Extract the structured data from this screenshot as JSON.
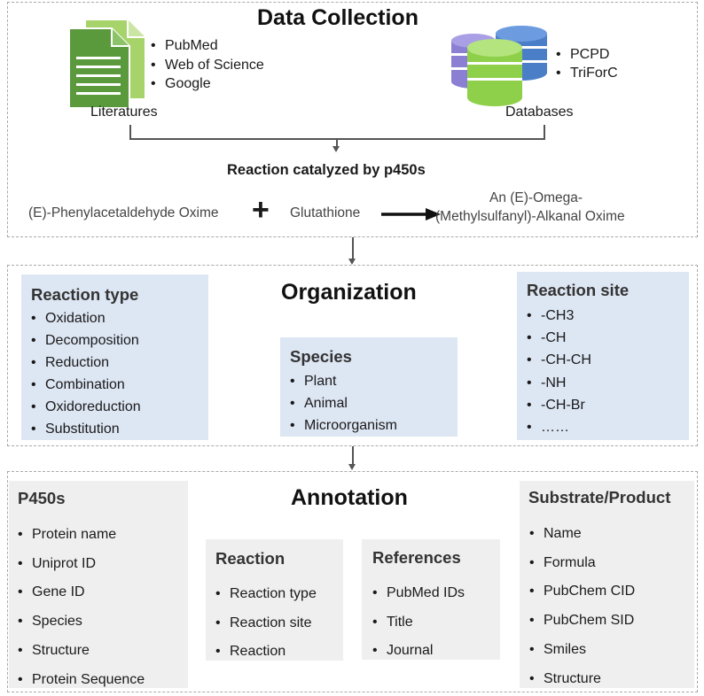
{
  "data_collection": {
    "title": "Data Collection",
    "literatures_label": "Literatures",
    "literature_sources": [
      "PubMed",
      "Web of Science",
      "Google"
    ],
    "databases_label": "Databases",
    "database_sources": [
      "PCPD",
      "TriForC"
    ],
    "reaction_heading": "Reaction catalyzed by p450s",
    "reactant_1": "(E)-Phenylacetaldehyde Oxime",
    "plus": "+",
    "reactant_2": "Glutathione",
    "product_line1": "An (E)-Omega-",
    "product_line2": "(Methylsulfanyl)-Alkanal Oxime"
  },
  "organization": {
    "title": "Organization",
    "reaction_type": {
      "heading": "Reaction type",
      "items": [
        "Oxidation",
        "Decomposition",
        "Reduction",
        "Combination",
        "Oxidoreduction",
        "Substitution"
      ]
    },
    "species": {
      "heading": "Species",
      "items": [
        "Plant",
        "Animal",
        "Microorganism"
      ]
    },
    "reaction_site": {
      "heading": "Reaction site",
      "items": [
        "-CH3",
        "-CH",
        "-CH-CH",
        "-NH",
        "-CH-Br",
        "……"
      ]
    }
  },
  "annotation": {
    "title": "Annotation",
    "p450s": {
      "heading": "P450s",
      "items": [
        "Protein name",
        "Uniprot ID",
        "Gene ID",
        "Species",
        "Structure",
        "Protein Sequence"
      ]
    },
    "reaction": {
      "heading": "Reaction",
      "items": [
        "Reaction type",
        "Reaction site",
        "Reaction"
      ]
    },
    "references": {
      "heading": "References",
      "items": [
        "PubMed IDs",
        "Title",
        "Journal"
      ]
    },
    "substrate_product": {
      "heading": "Substrate/Product",
      "items": [
        "Name",
        "Formula",
        "PubChem CID",
        "PubChem SID",
        "Smiles",
        "Structure"
      ]
    }
  },
  "colors": {
    "doc_green_dark": "#5a9a3c",
    "doc_green_light": "#a6d36a",
    "db_blue": "#4a7fc8",
    "db_purple": "#8b7fd4",
    "db_green": "#8fd04a",
    "blue_box": "#dde6f3",
    "grey_box": "#efefef"
  }
}
